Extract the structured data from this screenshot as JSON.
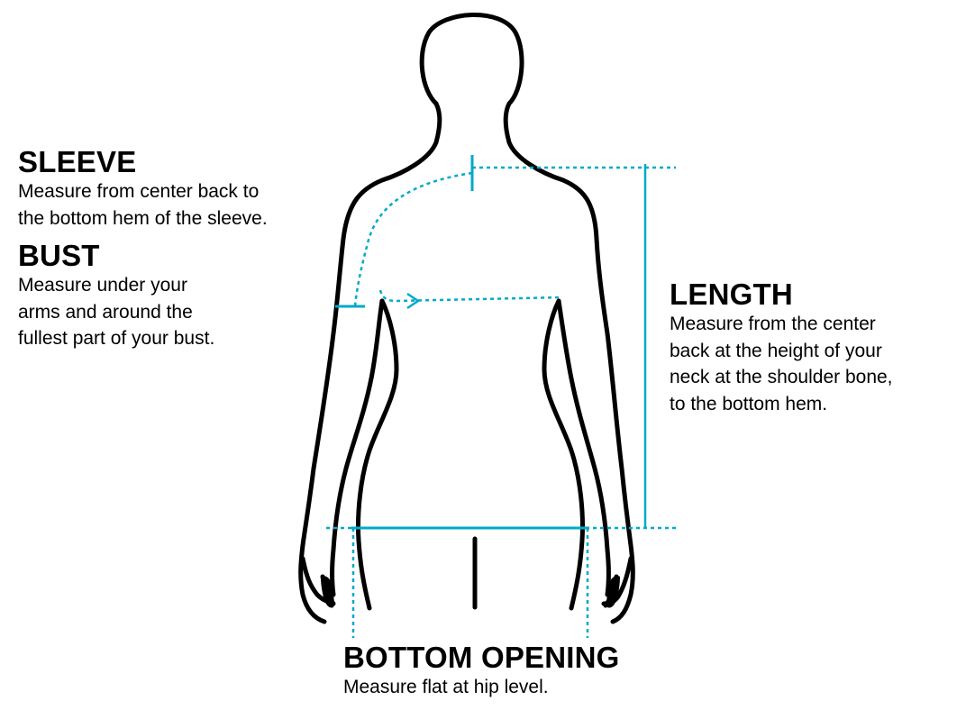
{
  "colors": {
    "outline": "#000000",
    "measure": "#00a9c9",
    "background": "#ffffff"
  },
  "labels": {
    "sleeve": {
      "title": "SLEEVE",
      "description": "Measure from center back to\nthe bottom hem of the sleeve."
    },
    "bust": {
      "title": "BUST",
      "description": "Measure under your\narms and around the\nfullest part of your bust."
    },
    "length": {
      "title": "LENGTH",
      "description": "Measure from the center\nback at the height of your\nneck at the shoulder bone,\nto the bottom hem."
    },
    "bottom_opening": {
      "title": "BOTTOM OPENING",
      "description": "Measure flat at hip level."
    }
  }
}
